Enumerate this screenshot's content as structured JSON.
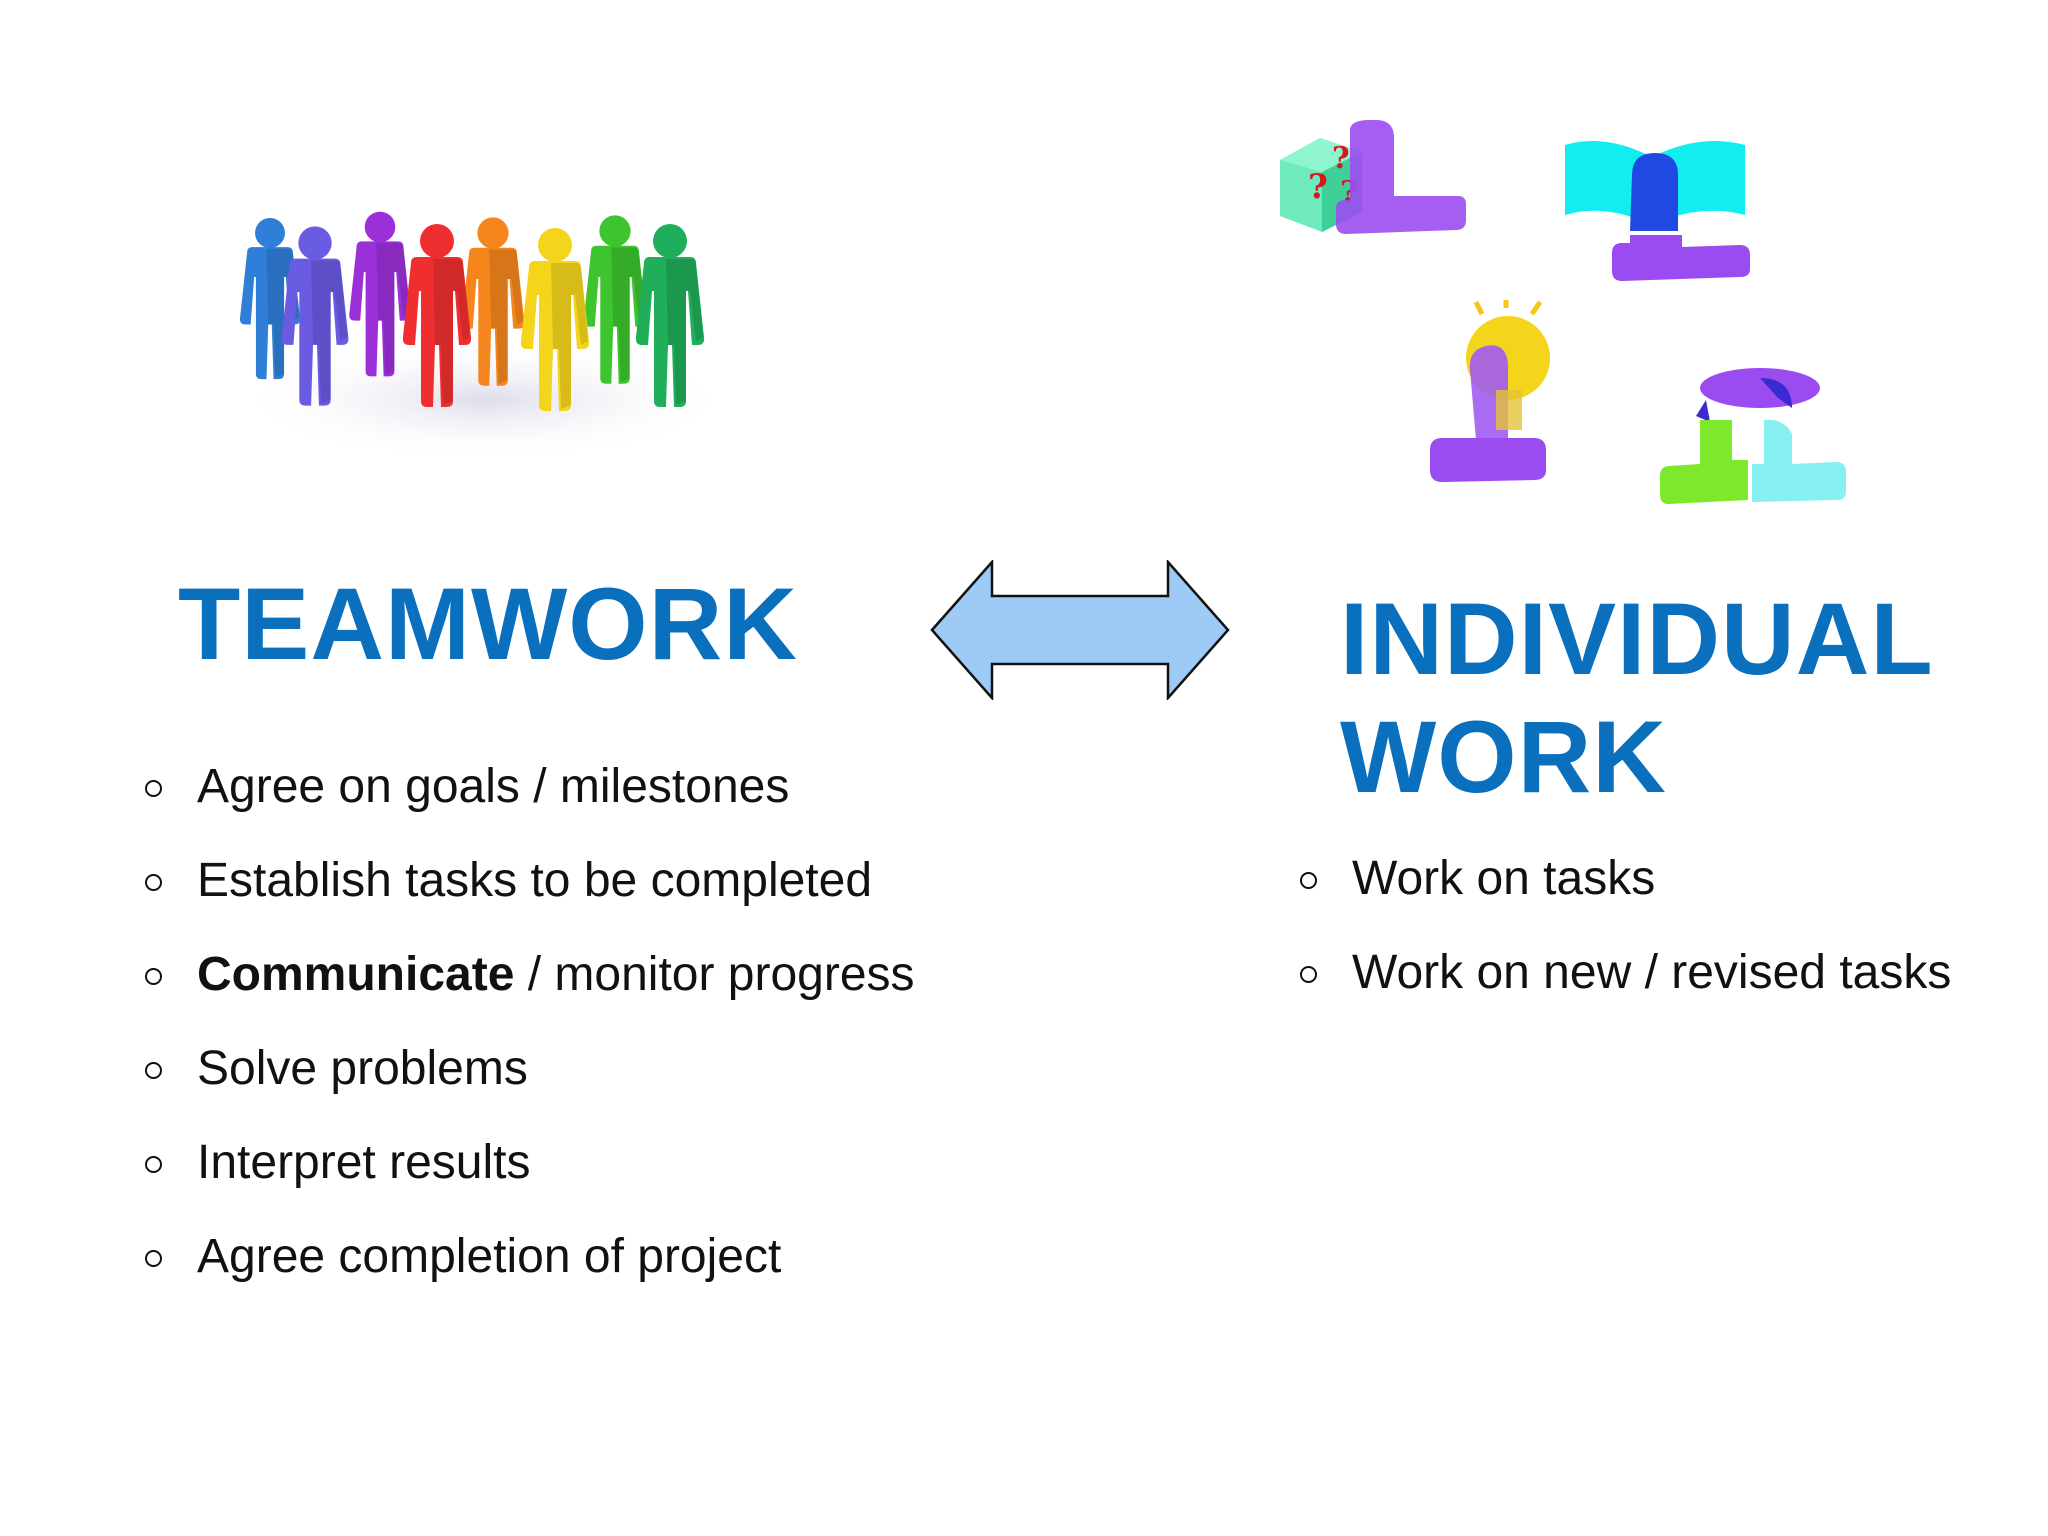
{
  "teamwork": {
    "heading": "TEAMWORK",
    "bullets": [
      {
        "bold": "",
        "text": "Agree on goals / milestones"
      },
      {
        "bold": "",
        "text": "Establish tasks to be completed"
      },
      {
        "bold": "Communicate",
        "text": " / monitor progress"
      },
      {
        "bold": "",
        "text": "Solve problems"
      },
      {
        "bold": "",
        "text": "Interpret results"
      },
      {
        "bold": "",
        "text": "Agree completion of project"
      }
    ]
  },
  "individual": {
    "heading_line1": "INDIVIDUAL",
    "heading_line2": "WORK",
    "bullets": [
      {
        "bold": "",
        "text": "Work on tasks"
      },
      {
        "bold": "",
        "text": "Work on new / revised tasks"
      }
    ]
  },
  "icons": {
    "teamwork_illustration": "rainbow-people-group-icon",
    "double_arrow": "double-headed-arrow-icon",
    "individual_icons": [
      "puzzle-cube-person-icon",
      "reading-book-person-icon",
      "lightbulb-person-icon",
      "speech-bubble-people-icon"
    ]
  },
  "colors": {
    "heading": "#0a6fbd",
    "arrow_fill": "#9ecbf6",
    "text": "#111111",
    "people": [
      "#2f7fd8",
      "#6a5be3",
      "#9b30d9",
      "#ef2f2f",
      "#f4861d",
      "#f5d51c",
      "#3dc42f",
      "#1fae59"
    ]
  }
}
